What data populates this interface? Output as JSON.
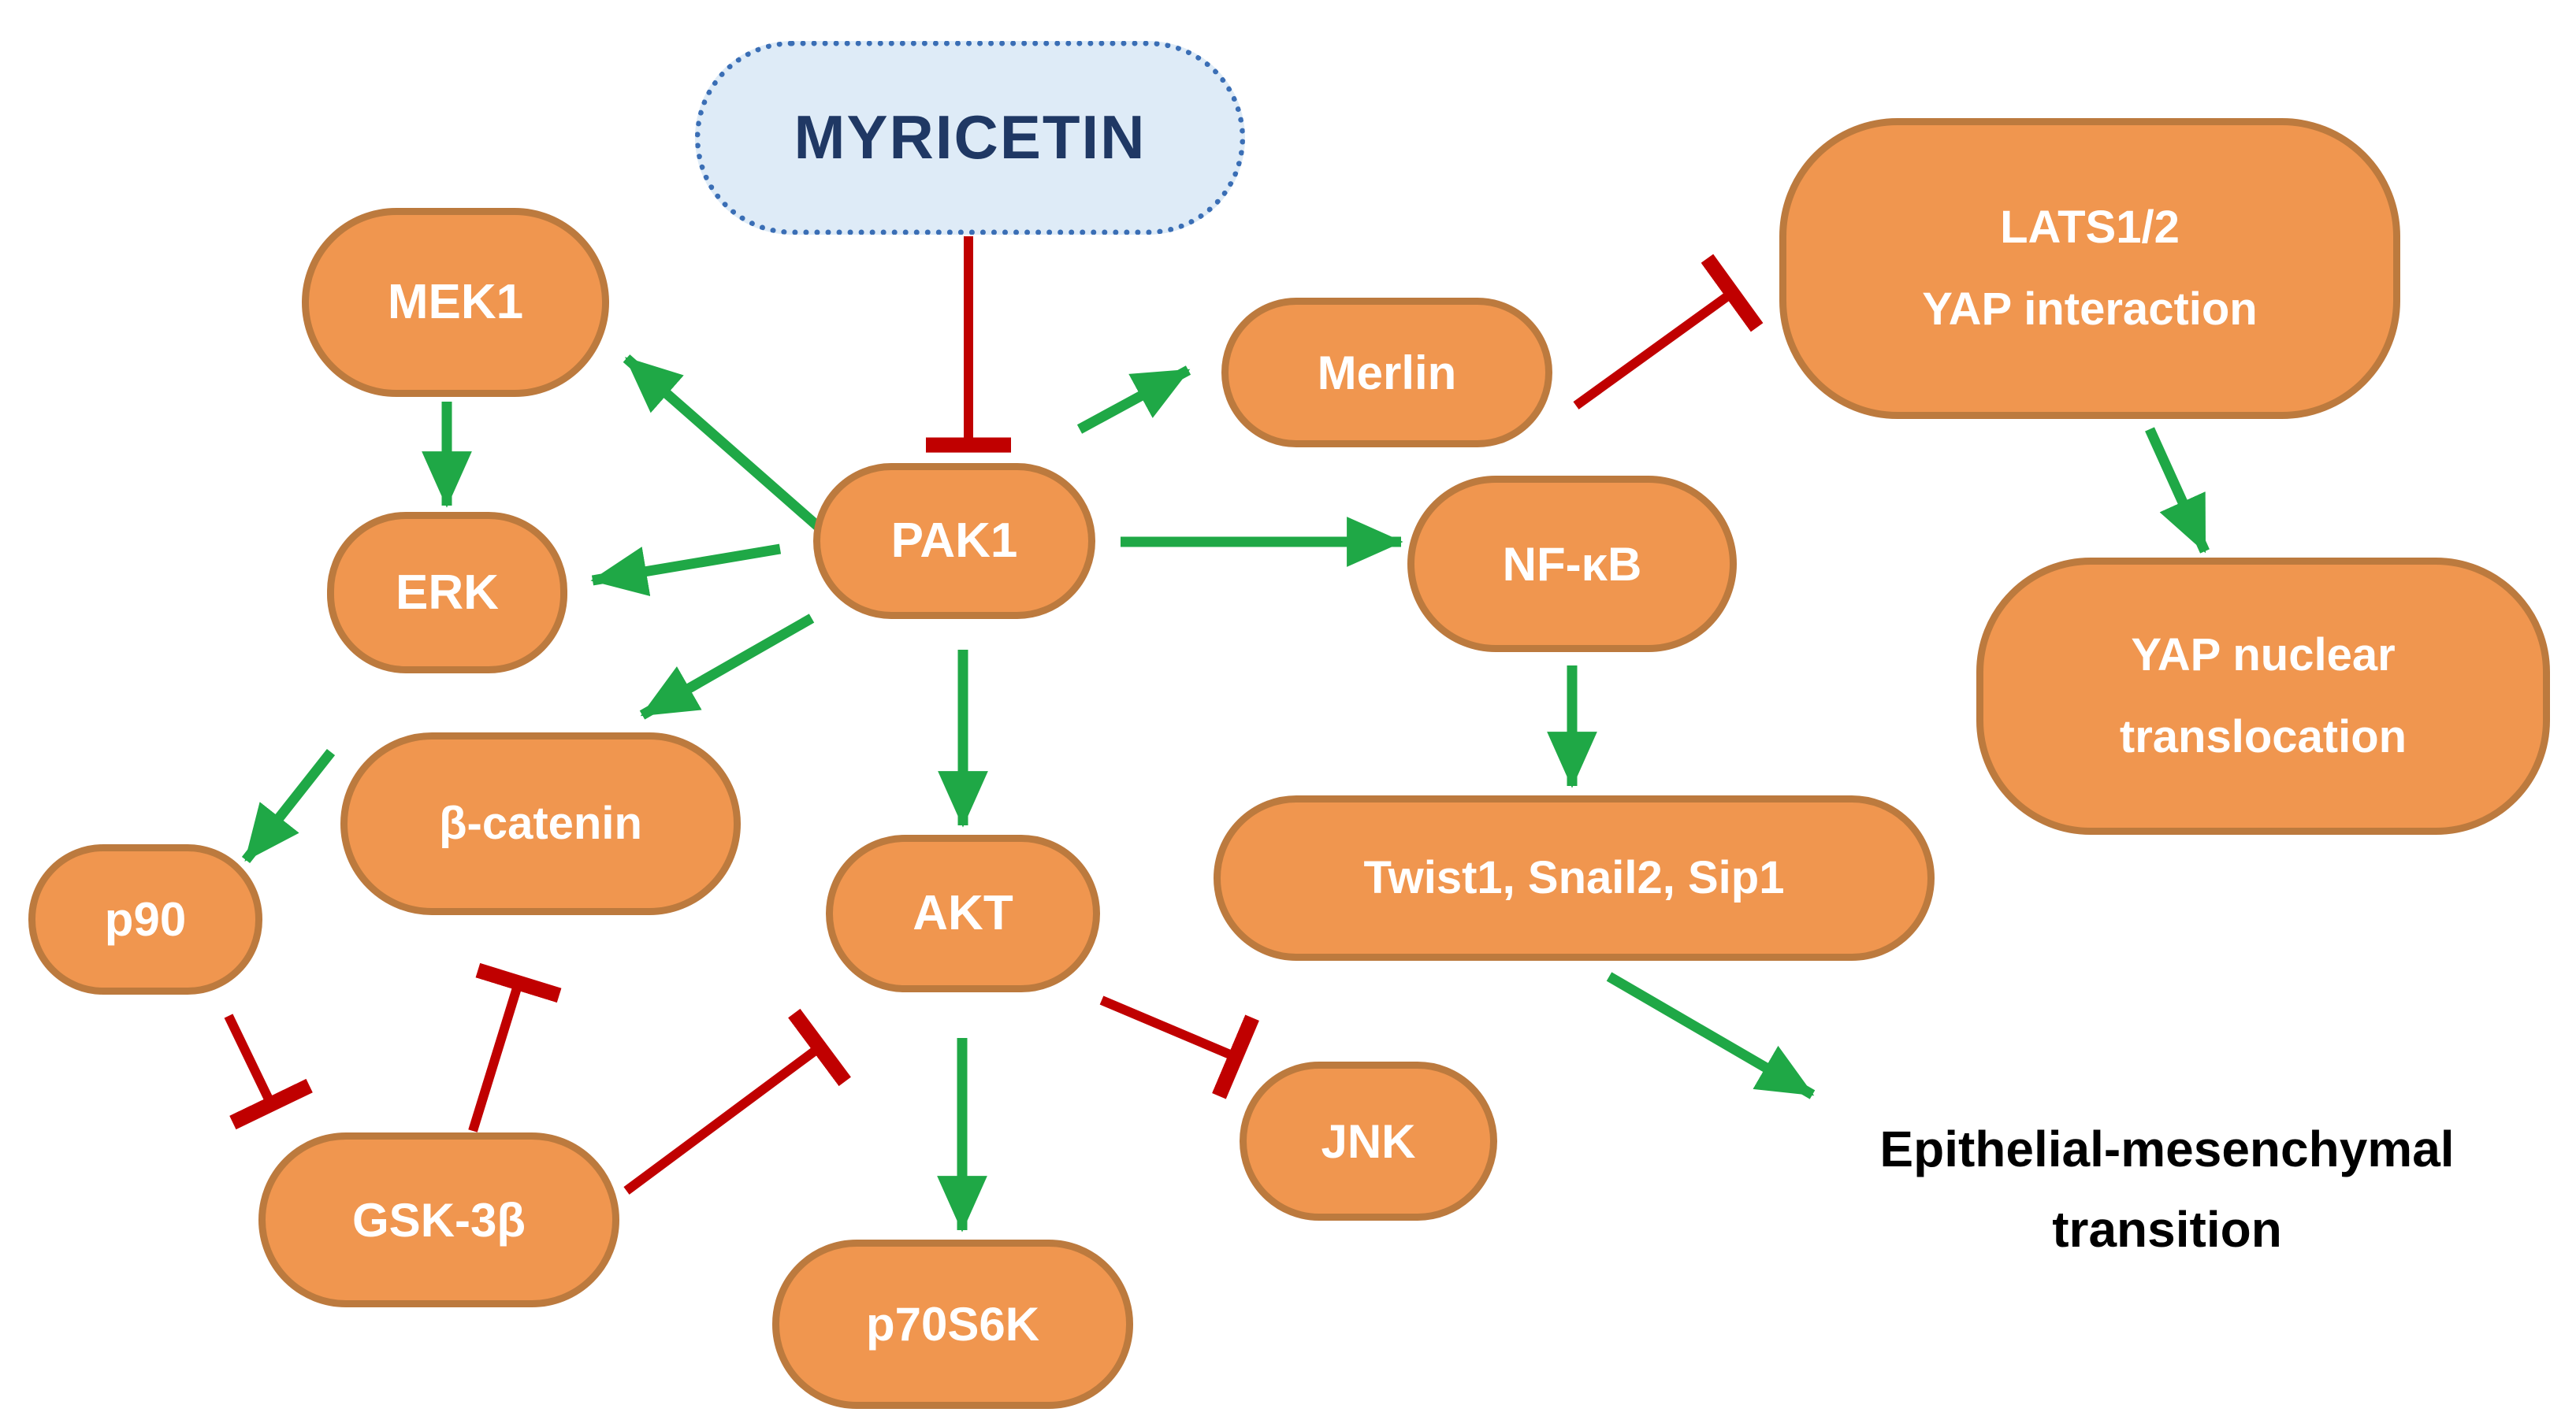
{
  "palette": {
    "activation": "#1FA846",
    "inhibition": "#C00000",
    "node_fill": "#F0964F",
    "node_border": "#BC7A3E",
    "node_text": "#FFFFFF",
    "compound_fill": "#DEEBF7",
    "compound_border": "#3A6EB5",
    "compound_text": "#1F3864",
    "emt_text": "#000000",
    "background": "#FFFFFF"
  },
  "nodes": {
    "myricetin": {
      "label": "MYRICETIN",
      "type": "compound"
    },
    "mek1": {
      "label": "MEK1",
      "type": "protein"
    },
    "erk": {
      "label": "ERK",
      "type": "protein"
    },
    "pak1": {
      "label": "PAK1",
      "type": "protein"
    },
    "merlin": {
      "label": "Merlin",
      "type": "protein"
    },
    "lats": {
      "line1": "LATS1/2",
      "line2": "YAP interaction",
      "type": "protein"
    },
    "nfkb": {
      "label": "NF-κB",
      "type": "protein"
    },
    "yap": {
      "line1": "YAP nuclear",
      "line2": "translocation",
      "type": "process"
    },
    "beta_catenin": {
      "label": "β-catenin",
      "type": "protein"
    },
    "p90": {
      "label": "p90",
      "type": "protein"
    },
    "akt": {
      "label": "AKT",
      "type": "protein"
    },
    "twist": {
      "label": "Twist1, Snail2, Sip1",
      "type": "protein"
    },
    "gsk3b": {
      "label": "GSK-3β",
      "type": "protein"
    },
    "jnk": {
      "label": "JNK",
      "type": "protein"
    },
    "p70s6k": {
      "label": "p70S6K",
      "type": "protein"
    },
    "emt": {
      "line1": "Epithelial-mesenchymal",
      "line2": "transition",
      "type": "process"
    }
  },
  "edges": [
    {
      "from": "MYRICETIN",
      "to": "PAK1",
      "effect": "inhibition"
    },
    {
      "from": "PAK1",
      "to": "MEK1",
      "effect": "activation"
    },
    {
      "from": "MEK1",
      "to": "ERK",
      "effect": "activation"
    },
    {
      "from": "PAK1",
      "to": "ERK",
      "effect": "activation"
    },
    {
      "from": "ERK",
      "to": "p90",
      "effect": "activation"
    },
    {
      "from": "PAK1",
      "to": "β-catenin",
      "effect": "activation"
    },
    {
      "from": "PAK1",
      "to": "Merlin",
      "effect": "activation"
    },
    {
      "from": "PAK1",
      "to": "NF-κB",
      "effect": "activation"
    },
    {
      "from": "PAK1",
      "to": "AKT",
      "effect": "activation"
    },
    {
      "from": "Merlin",
      "to": "LATS1/2 YAP interaction",
      "effect": "inhibition"
    },
    {
      "from": "LATS1/2 YAP interaction",
      "to": "YAP nuclear translocation",
      "effect": "activation"
    },
    {
      "from": "NF-κB",
      "to": "Twist1, Snail2, Sip1",
      "effect": "activation"
    },
    {
      "from": "Twist1, Snail2, Sip1",
      "to": "Epithelial-mesenchymal transition",
      "effect": "activation"
    },
    {
      "from": "p90",
      "to": "GSK-3β",
      "effect": "inhibition"
    },
    {
      "from": "GSK-3β",
      "to": "β-catenin",
      "effect": "inhibition"
    },
    {
      "from": "GSK-3β",
      "to": "AKT",
      "effect": "inhibition"
    },
    {
      "from": "AKT",
      "to": "JNK",
      "effect": "inhibition"
    },
    {
      "from": "AKT",
      "to": "p70S6K",
      "effect": "activation"
    }
  ]
}
